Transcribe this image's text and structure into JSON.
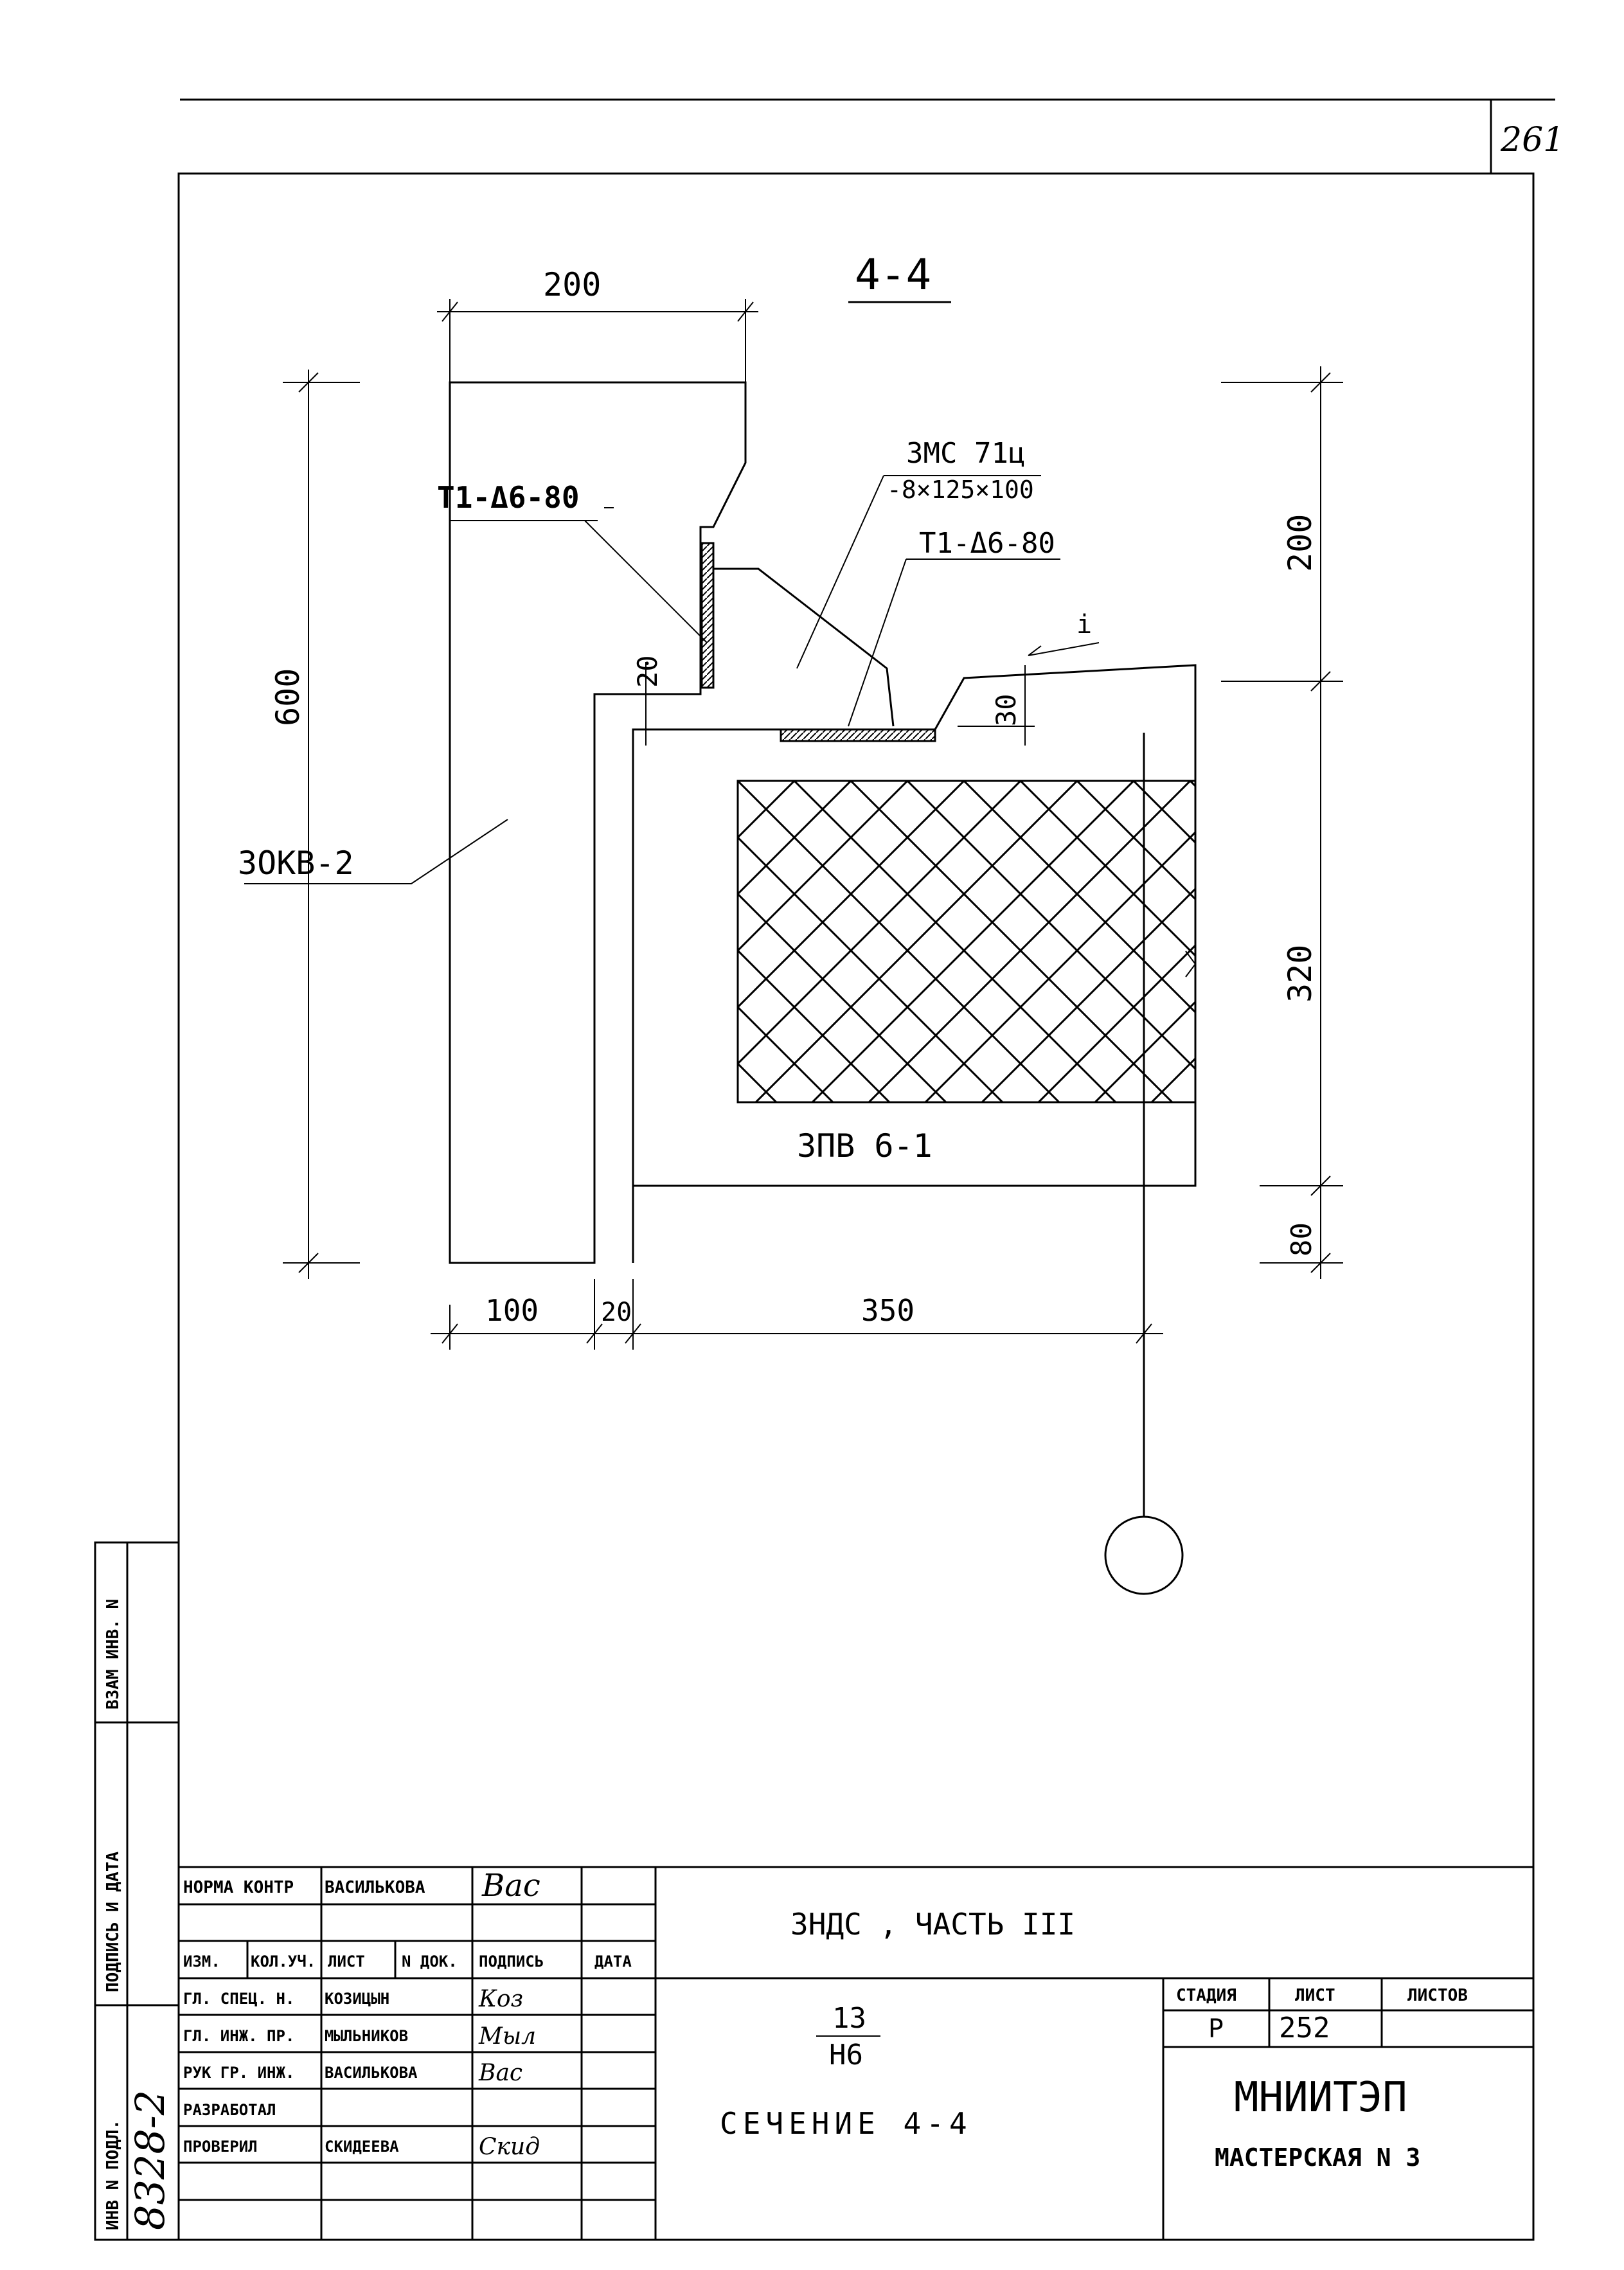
{
  "page_number": "261",
  "drawing": {
    "section_title": "4-4",
    "dimensions": {
      "top_width": "200",
      "left_height": "600",
      "right_top": "200",
      "right_mid": "320",
      "right_bottom": "80",
      "bottom_left": "100",
      "bottom_mid": "20",
      "bottom_right": "350",
      "gap_20": "20",
      "step_30": "30"
    },
    "labels": {
      "weld_left": "Т1-Δ6-80",
      "plate_mark": "3МС 71ц",
      "plate_size": "-8×125×100",
      "weld_right": "Т1-Δ6-80",
      "column": "3ОКВ-2",
      "panel": "3ПВ 6-1",
      "slope_mark": "i"
    }
  },
  "stamp": {
    "side_labels": [
      "ИНВ N ПОДЛ.",
      "ПОДПИСЬ И ДАТА",
      "ВЗАМ ИНВ. N"
    ],
    "side_inv_number": "8328-2",
    "norm_control_label": "НОРМА КОНТР",
    "norm_control_name": "ВАСИЛЬКОВА",
    "norm_control_sign": "Вас",
    "headers": [
      "ИЗМ.",
      "КОЛ.УЧ.",
      "ЛИСТ",
      "N ДОК.",
      "ПОДПИСЬ",
      "ДАТА"
    ],
    "rows": [
      {
        "role": "ГЛ. СПЕЦ. Н.",
        "name": "КОЗИЦЫН",
        "sign": "Коз"
      },
      {
        "role": "ГЛ. ИНЖ. ПР.",
        "name": "МЫЛЬНИКОВ",
        "sign": "Мыл"
      },
      {
        "role": "РУК ГР. ИНЖ.",
        "name": "ВАСИЛЬКОВА",
        "sign": "Вас"
      },
      {
        "role": "РАЗРАБОТАЛ",
        "name": "",
        "sign": ""
      },
      {
        "role": "ПРОВЕРИЛ",
        "name": "СКИДЕЕВА",
        "sign": "Скид"
      }
    ],
    "project_title": "ЗНДС , ЧАСТЬ III",
    "code_numerator": "13",
    "code_denominator": "Н6",
    "sheet_name": "СЕЧЕНИЕ 4-4",
    "stage_label": "СТАДИЯ",
    "sheet_label": "ЛИСТ",
    "sheets_label": "ЛИСТОВ",
    "stage_value": "Р",
    "sheet_value": "252",
    "sheets_value": "",
    "org_name": "МНИИТЭП",
    "org_sub": "МАСТЕРСКАЯ N 3"
  }
}
